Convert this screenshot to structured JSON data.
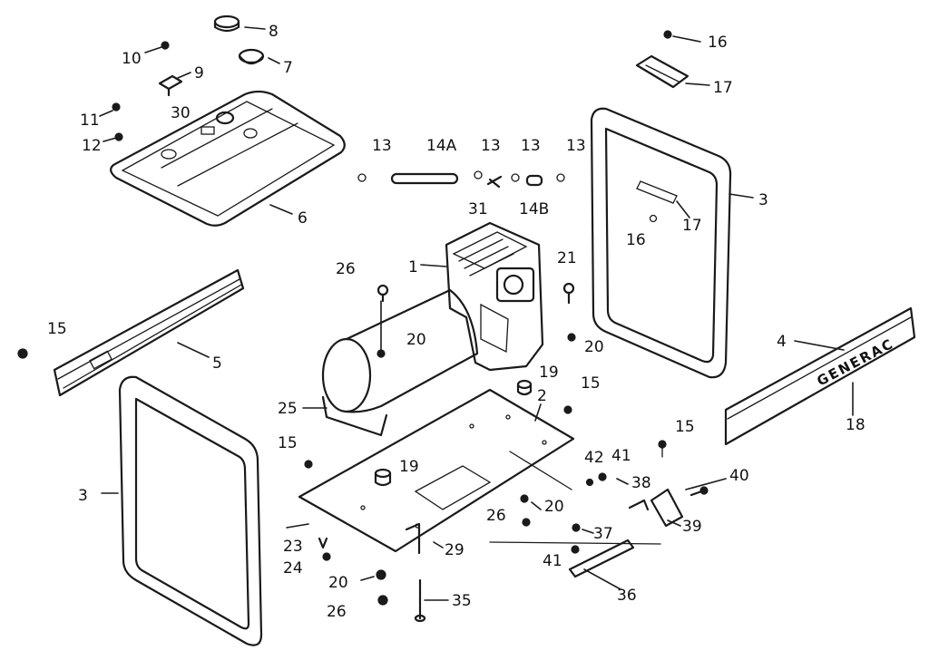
{
  "diagram": {
    "brand_text": "GENERAC",
    "callouts": [
      {
        "id": "c8",
        "text": "8"
      },
      {
        "id": "c7",
        "text": "7"
      },
      {
        "id": "c10",
        "text": "10"
      },
      {
        "id": "c9",
        "text": "9"
      },
      {
        "id": "c11",
        "text": "11"
      },
      {
        "id": "c30",
        "text": "30"
      },
      {
        "id": "c12",
        "text": "12"
      },
      {
        "id": "c6",
        "text": "6"
      },
      {
        "id": "c13a",
        "text": "13"
      },
      {
        "id": "c14a",
        "text": "14A"
      },
      {
        "id": "c13b",
        "text": "13"
      },
      {
        "id": "c13c",
        "text": "13"
      },
      {
        "id": "c13d",
        "text": "13"
      },
      {
        "id": "c31",
        "text": "31"
      },
      {
        "id": "c14b",
        "text": "14B"
      },
      {
        "id": "c16a",
        "text": "16"
      },
      {
        "id": "c17a",
        "text": "17"
      },
      {
        "id": "c3a",
        "text": "3"
      },
      {
        "id": "c17b",
        "text": "17"
      },
      {
        "id": "c16b",
        "text": "16"
      },
      {
        "id": "c1",
        "text": "1"
      },
      {
        "id": "c21",
        "text": "21"
      },
      {
        "id": "c26a",
        "text": "26"
      },
      {
        "id": "c20a",
        "text": "20"
      },
      {
        "id": "c20b",
        "text": "20"
      },
      {
        "id": "c15a",
        "text": "15"
      },
      {
        "id": "c5",
        "text": "5"
      },
      {
        "id": "c4",
        "text": "4"
      },
      {
        "id": "c18",
        "text": "18"
      },
      {
        "id": "c19a",
        "text": "19"
      },
      {
        "id": "c2",
        "text": "2"
      },
      {
        "id": "c15b",
        "text": "15"
      },
      {
        "id": "c25",
        "text": "25"
      },
      {
        "id": "c15c",
        "text": "15"
      },
      {
        "id": "c19b",
        "text": "19"
      },
      {
        "id": "c15d",
        "text": "15"
      },
      {
        "id": "c42",
        "text": "42"
      },
      {
        "id": "c41a",
        "text": "41"
      },
      {
        "id": "c40",
        "text": "40"
      },
      {
        "id": "c38",
        "text": "38"
      },
      {
        "id": "c3b",
        "text": "3"
      },
      {
        "id": "c20c",
        "text": "20"
      },
      {
        "id": "c39",
        "text": "39"
      },
      {
        "id": "c26b",
        "text": "26"
      },
      {
        "id": "c37",
        "text": "37"
      },
      {
        "id": "c23",
        "text": "23"
      },
      {
        "id": "c29",
        "text": "29"
      },
      {
        "id": "c24",
        "text": "24"
      },
      {
        "id": "c41b",
        "text": "41"
      },
      {
        "id": "c20d",
        "text": "20"
      },
      {
        "id": "c36",
        "text": "36"
      },
      {
        "id": "c26c",
        "text": "26"
      },
      {
        "id": "c35",
        "text": "35"
      }
    ]
  }
}
